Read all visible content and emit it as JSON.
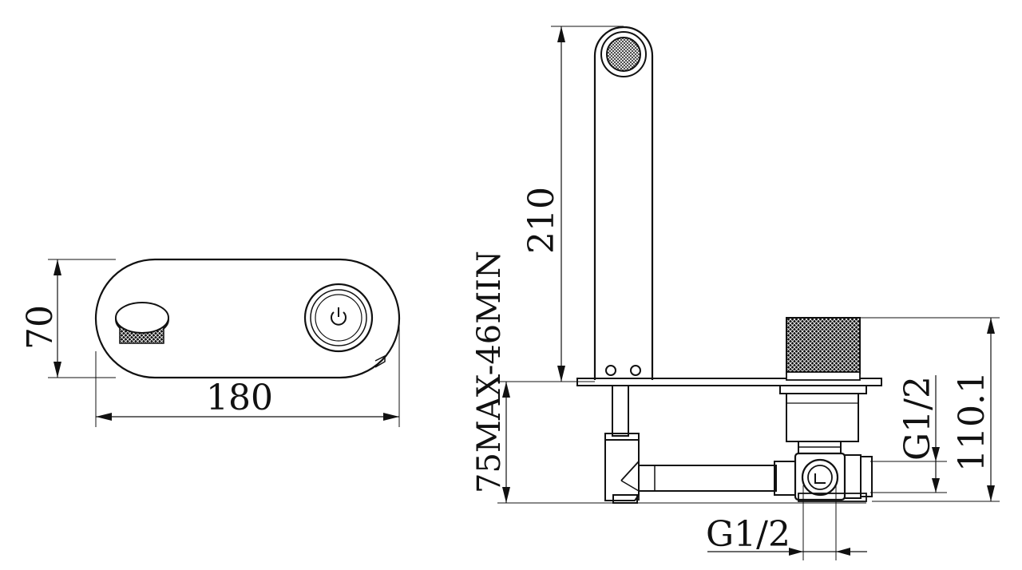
{
  "front_view": {
    "height_label": "70",
    "width_label": "180"
  },
  "side_view": {
    "spout_height_label": "210",
    "wall_depth_label": "75MAX-46MIN",
    "body_height_label": "110.1",
    "inlet_label_vertical": "G1/2",
    "inlet_label_bottom": "G1/2"
  }
}
